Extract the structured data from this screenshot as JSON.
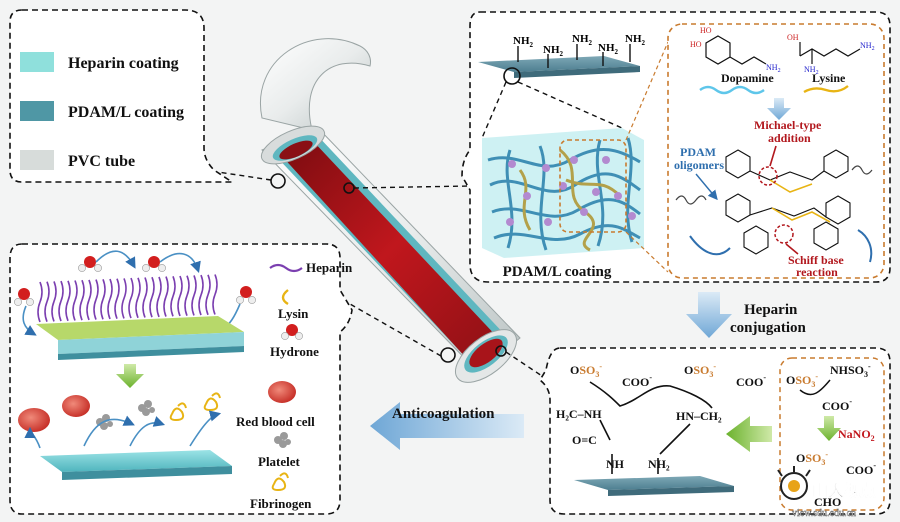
{
  "legend": {
    "items": [
      {
        "label": "Heparin coating",
        "color": "#8fe0dc"
      },
      {
        "label": "PDAM/L coating",
        "color": "#4f97a5"
      },
      {
        "label": "PVC tube",
        "color": "#d7dcda"
      }
    ]
  },
  "coating": {
    "amine": "NH",
    "amine_sub": "2",
    "caption": "PDAM/L coating",
    "dopamine": "Dopamine",
    "lysine": "Lysine",
    "michael_line1": "Michael-type",
    "michael_line2": "addition",
    "pdam_line1": "PDAM",
    "pdam_line2": "oligomers",
    "schiff_line1": "Schiff base",
    "schiff_line2": "reaction",
    "ho": "HO",
    "oh": "OH"
  },
  "heparin": {
    "label_line1": "Heparin",
    "label_line2": "conjugation",
    "so3": "SO",
    "so3_sub": "3",
    "minus": "-",
    "coo": "COO",
    "nhso3": "NHSO",
    "h2c_nh": "H₂C–NH",
    "hn_ch2": "HN–CH₂",
    "c_eq_o": "O=C",
    "nh": "NH",
    "nh2": "NH₂",
    "nano2": "NaNO",
    "nano2_sub": "2",
    "cho": "CHO"
  },
  "anti": {
    "label": "Anticoagulation",
    "key": [
      {
        "label": "Heparin",
        "color": "#7b3fb0"
      },
      {
        "label": "Lysin",
        "color": "#e8b414"
      },
      {
        "label": "Hydrone",
        "color": "#d21e1e"
      }
    ],
    "cells": [
      {
        "label": "Red blood cell"
      },
      {
        "label": "Platelet"
      },
      {
        "label": "Fibrinogen"
      }
    ]
  },
  "watermark": {
    "name": "山大视点",
    "url": "view.sdu.edu.cn"
  }
}
